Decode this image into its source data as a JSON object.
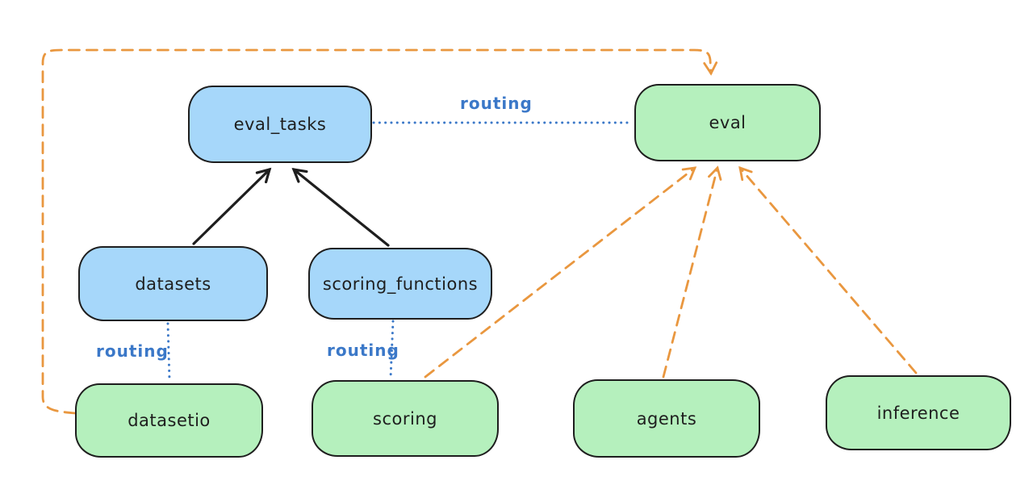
{
  "colors": {
    "background": "#ffffff",
    "node_stroke": "#1e1e1e",
    "blue_node_fill": "#a6d7fa",
    "green_node_fill": "#b5f0bd",
    "routing_label_blue": "#3b78c8",
    "orange_dashed": "#e9973f",
    "black_arrow": "#1e1e1e"
  },
  "diagram": {
    "nodes": [
      {
        "id": "eval_tasks",
        "label": "eval_tasks",
        "fill": "blue"
      },
      {
        "id": "eval",
        "label": "eval",
        "fill": "green"
      },
      {
        "id": "datasets",
        "label": "datasets",
        "fill": "blue"
      },
      {
        "id": "scoring_functions",
        "label": "scoring_functions",
        "fill": "blue"
      },
      {
        "id": "datasetio",
        "label": "datasetio",
        "fill": "green"
      },
      {
        "id": "scoring",
        "label": "scoring",
        "fill": "green"
      },
      {
        "id": "agents",
        "label": "agents",
        "fill": "green"
      },
      {
        "id": "inference",
        "label": "inference",
        "fill": "green"
      }
    ],
    "edges": [
      {
        "from": "eval_tasks",
        "to": "eval",
        "label": "routing",
        "style": "dotted-blue"
      },
      {
        "from": "datasets",
        "to": "datasetio",
        "label": "routing",
        "style": "dotted-blue"
      },
      {
        "from": "scoring_functions",
        "to": "scoring",
        "label": "routing",
        "style": "dotted-blue"
      },
      {
        "from": "datasets",
        "to": "eval_tasks",
        "label": "",
        "style": "solid-black-arrow"
      },
      {
        "from": "scoring_functions",
        "to": "eval_tasks",
        "label": "",
        "style": "solid-black-arrow"
      },
      {
        "from": "datasetio",
        "to": "eval",
        "label": "",
        "style": "dashed-orange-arrow-loop"
      },
      {
        "from": "scoring",
        "to": "eval",
        "label": "",
        "style": "dashed-orange-arrow"
      },
      {
        "from": "agents",
        "to": "eval",
        "label": "",
        "style": "dashed-orange-arrow"
      },
      {
        "from": "inference",
        "to": "eval",
        "label": "",
        "style": "dashed-orange-arrow"
      }
    ]
  }
}
